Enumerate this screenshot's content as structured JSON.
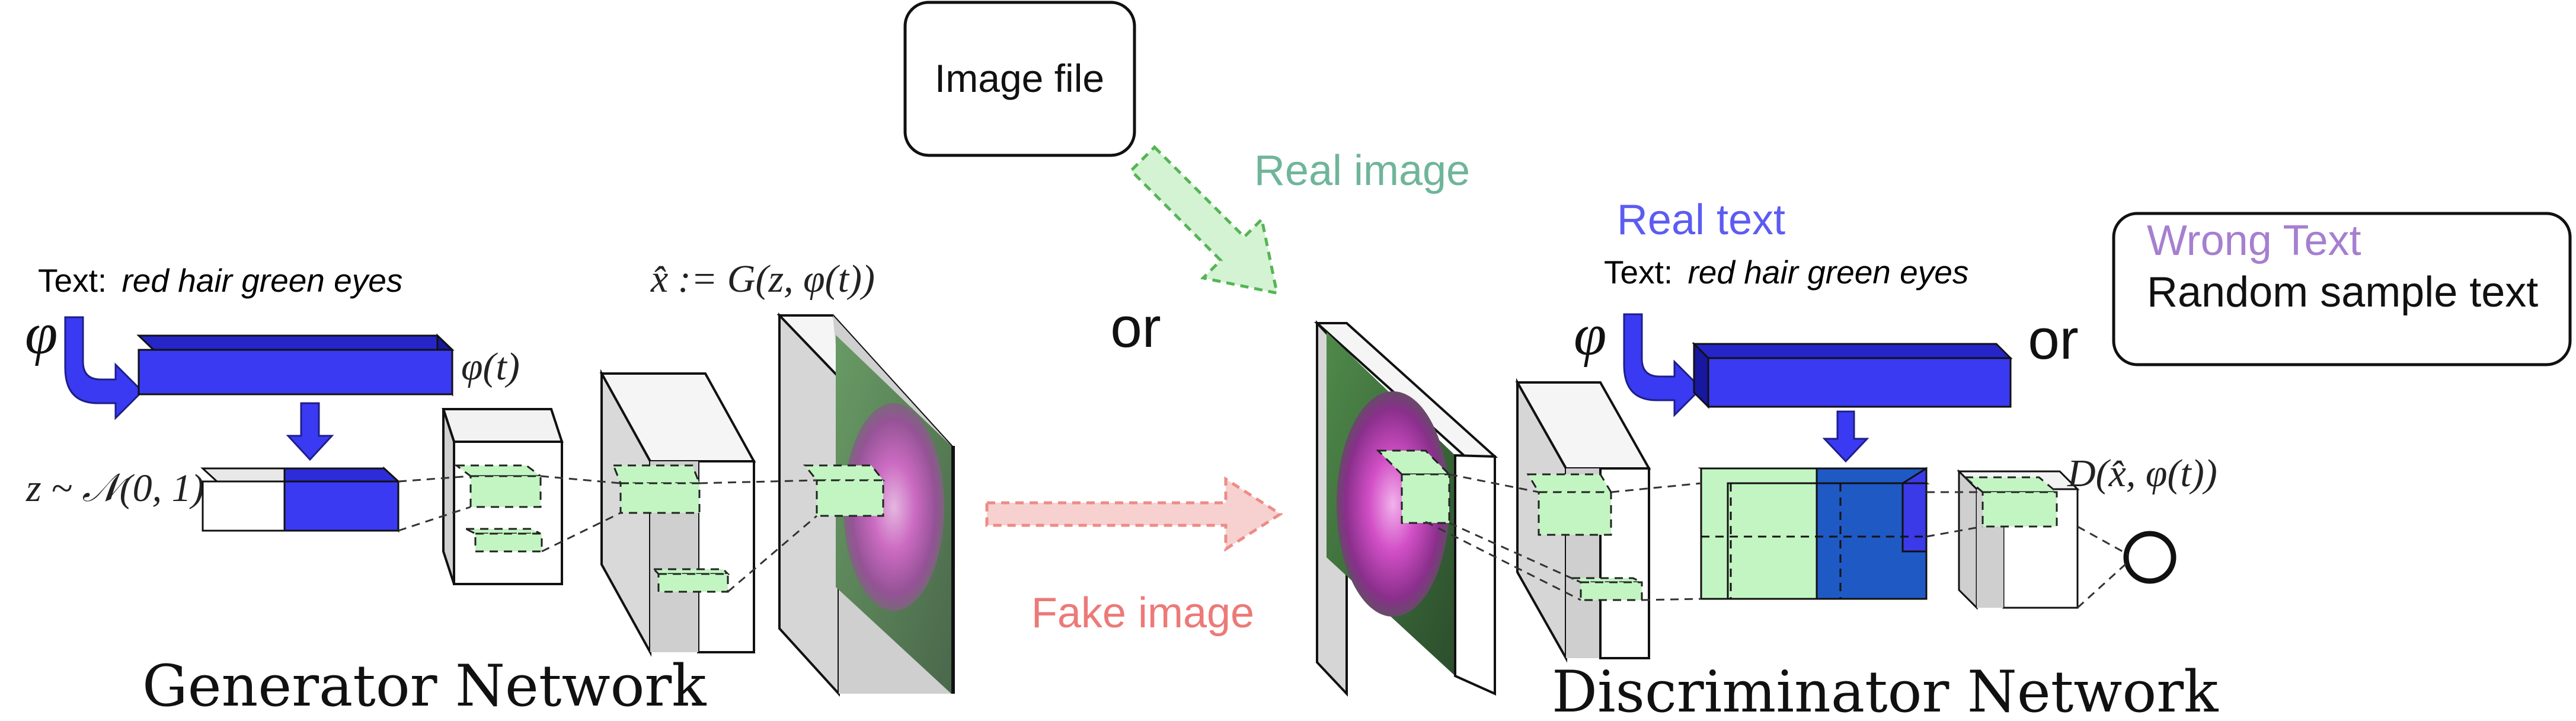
{
  "source_box": {
    "label": "Image file"
  },
  "real_image_label": "Real image",
  "fake_image_label": "Fake image",
  "or_labels": [
    "or",
    "or"
  ],
  "generator": {
    "title": "Generator Network",
    "text_prefix": "Text:",
    "text_value": "red hair green eyes",
    "phi_symbol": "φ",
    "phi_t_label": "φ(t)",
    "z_label": "z ~ 𝒩(0, 1)",
    "output_label": "x̂ := G(z, φ(t))"
  },
  "discriminator": {
    "title": "Discriminator Network",
    "real_text_label": "Real text",
    "text_prefix": "Text:",
    "text_value": "red hair green eyes",
    "phi_symbol": "φ",
    "score_label": "D(x̂, φ(t))"
  },
  "wrong_text_box": {
    "title": "Wrong Text",
    "body": "Random sample text"
  },
  "colors": {
    "blue": "#3a3af2",
    "light_green": "#c2f5c2",
    "green_label": "#6fb59a",
    "red_label": "#ec7a78",
    "purple": "#a67fd0",
    "real_text_blue": "#5c5cf2",
    "dark_blue": "#1f59c4"
  }
}
